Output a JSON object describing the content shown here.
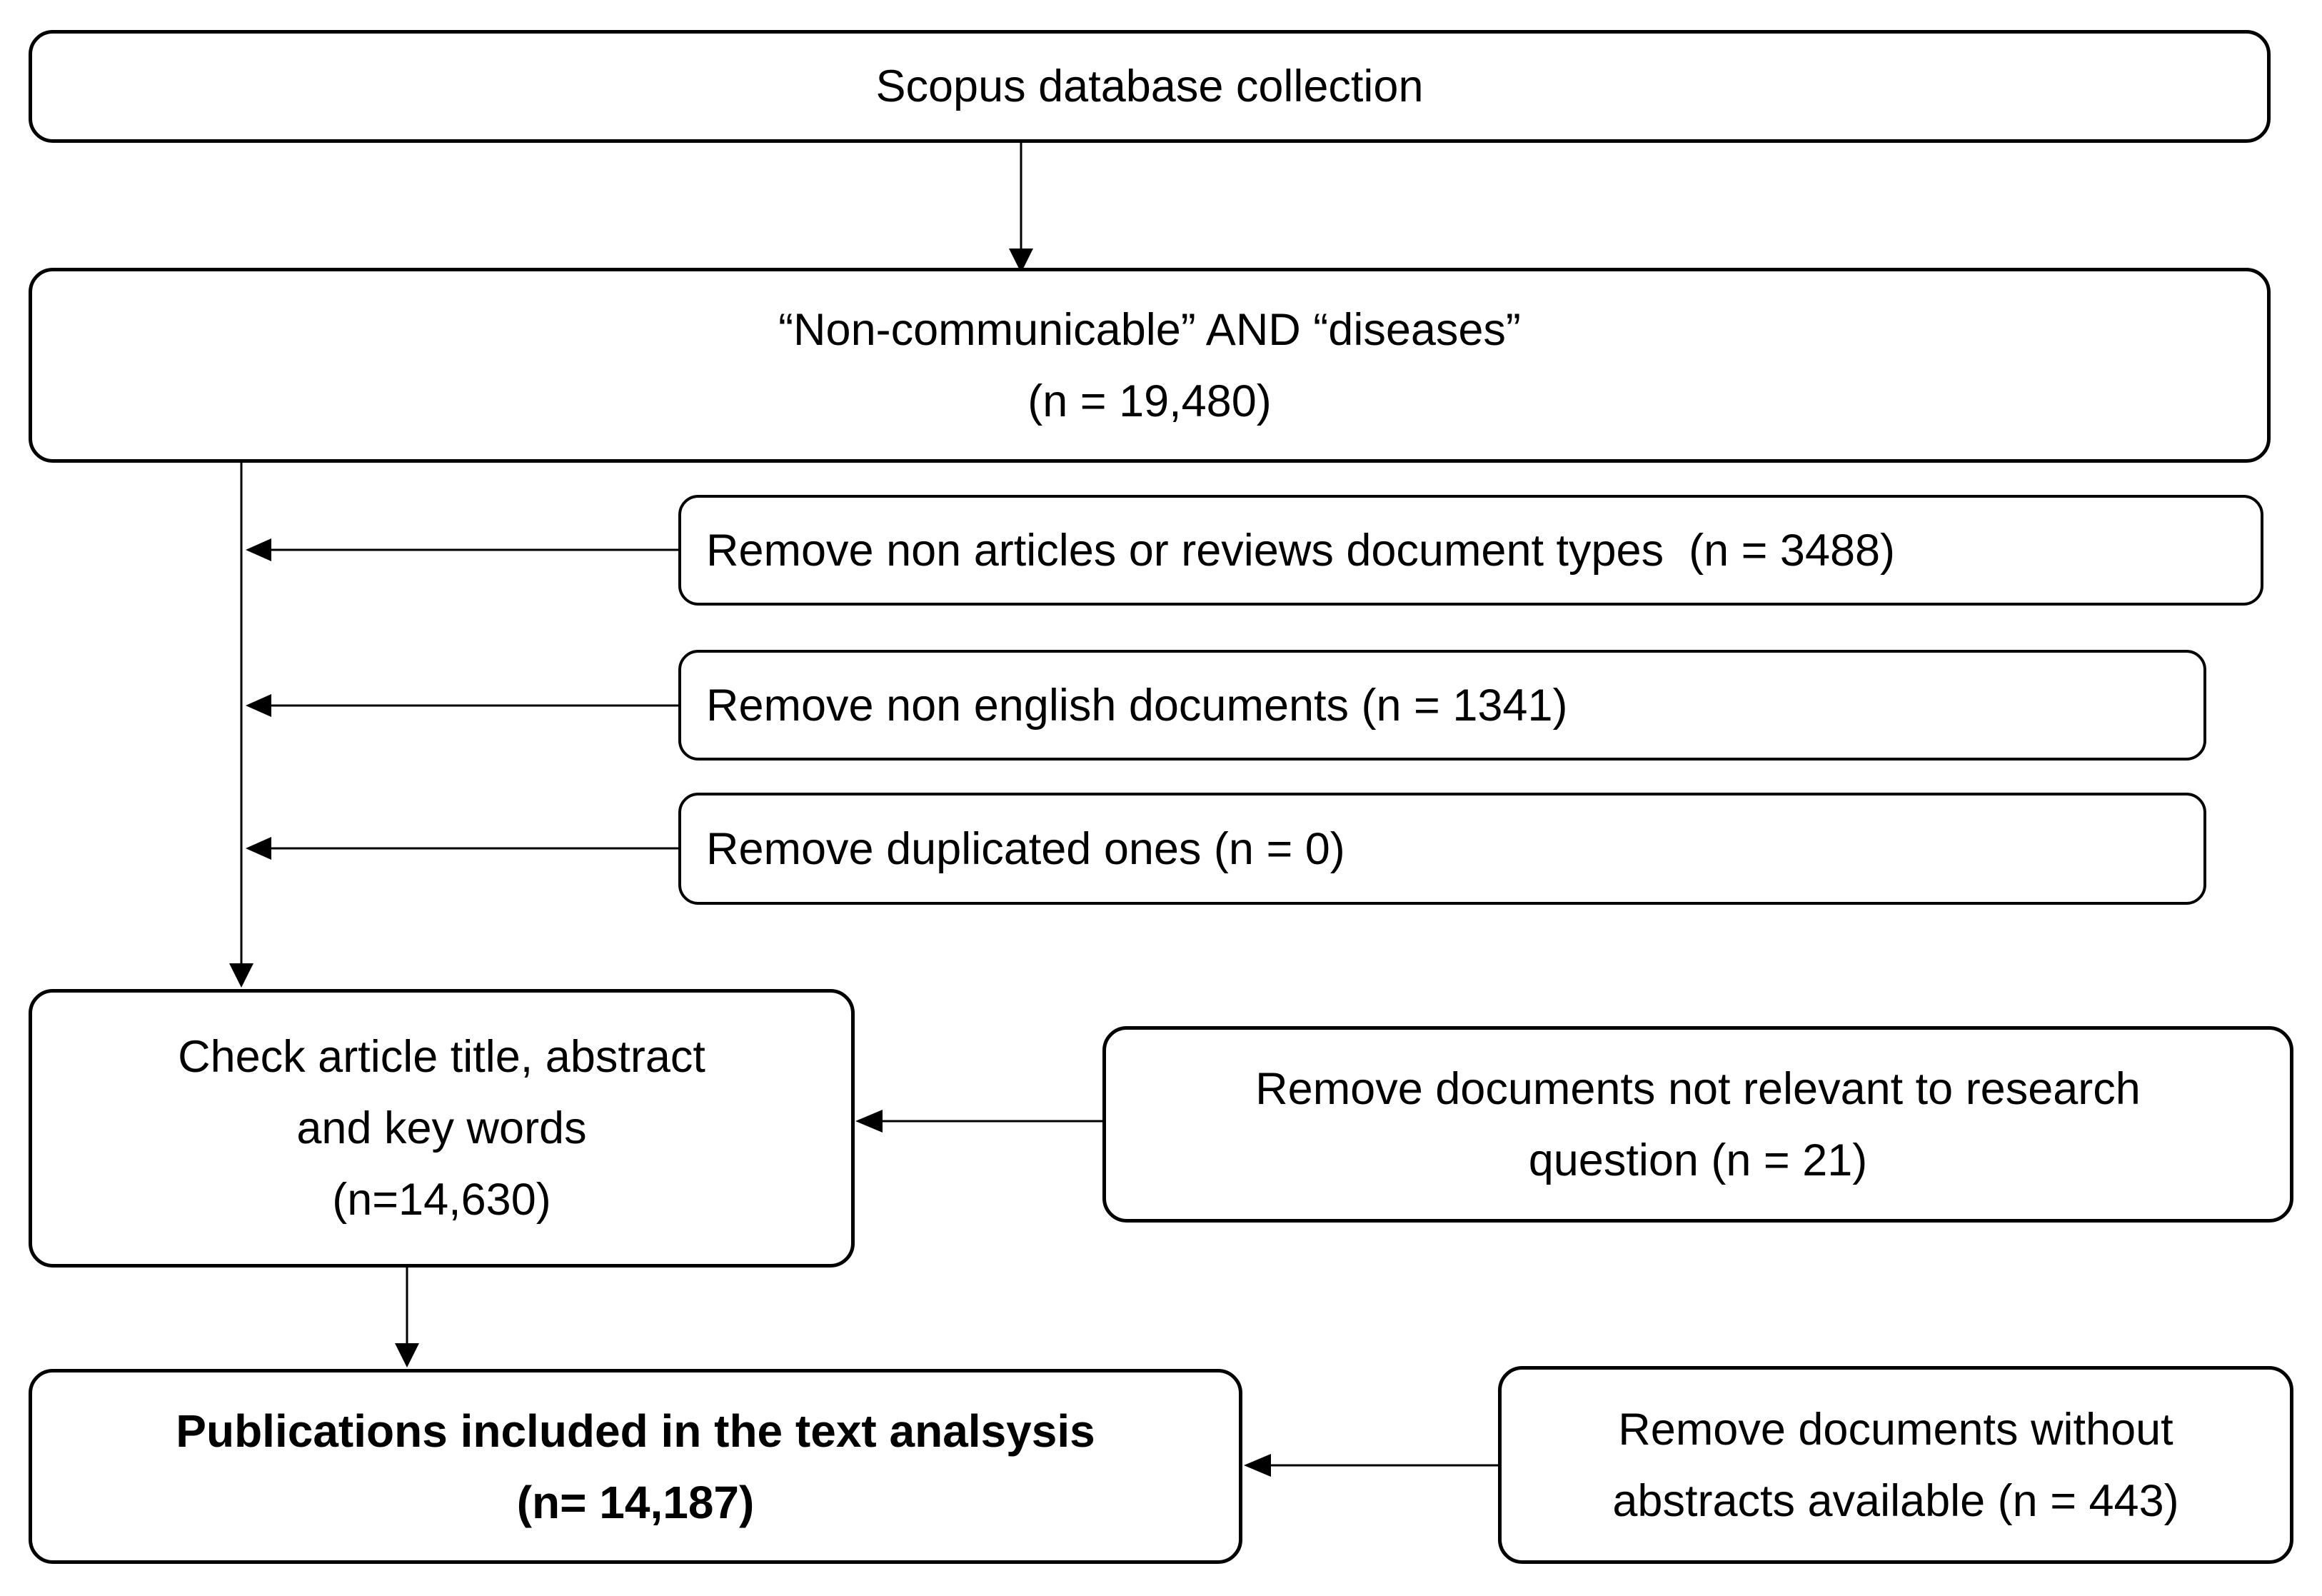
{
  "flowchart": {
    "background_color": "#ffffff",
    "line_color": "#000000",
    "text_color": "#000000",
    "boxes": {
      "scopus": {
        "lines": [
          "Scopus database collection"
        ]
      },
      "query": {
        "lines": [
          "“Non-communicable” AND “diseases”",
          "(n = 19,480)"
        ]
      },
      "remove_doc_types": {
        "lines": [
          "Remove non articles or reviews document types  (n = 3488)"
        ]
      },
      "remove_non_english": {
        "lines": [
          "Remove non english documents (n = 1341)"
        ]
      },
      "remove_duplicated": {
        "lines": [
          "Remove duplicated ones (n = 0)"
        ]
      },
      "check": {
        "lines": [
          "Check article title, abstract",
          "and key words",
          "(n=14,630)"
        ]
      },
      "remove_not_relevant": {
        "lines": [
          "Remove documents not relevant to research",
          "question (n = 21)"
        ]
      },
      "publications": {
        "lines": [
          "Publications included in the text analsysis",
          "(n= 14,187)"
        ]
      },
      "remove_no_abstracts": {
        "lines": [
          "Remove documents without",
          "abstracts available (n = 443)"
        ]
      }
    }
  }
}
